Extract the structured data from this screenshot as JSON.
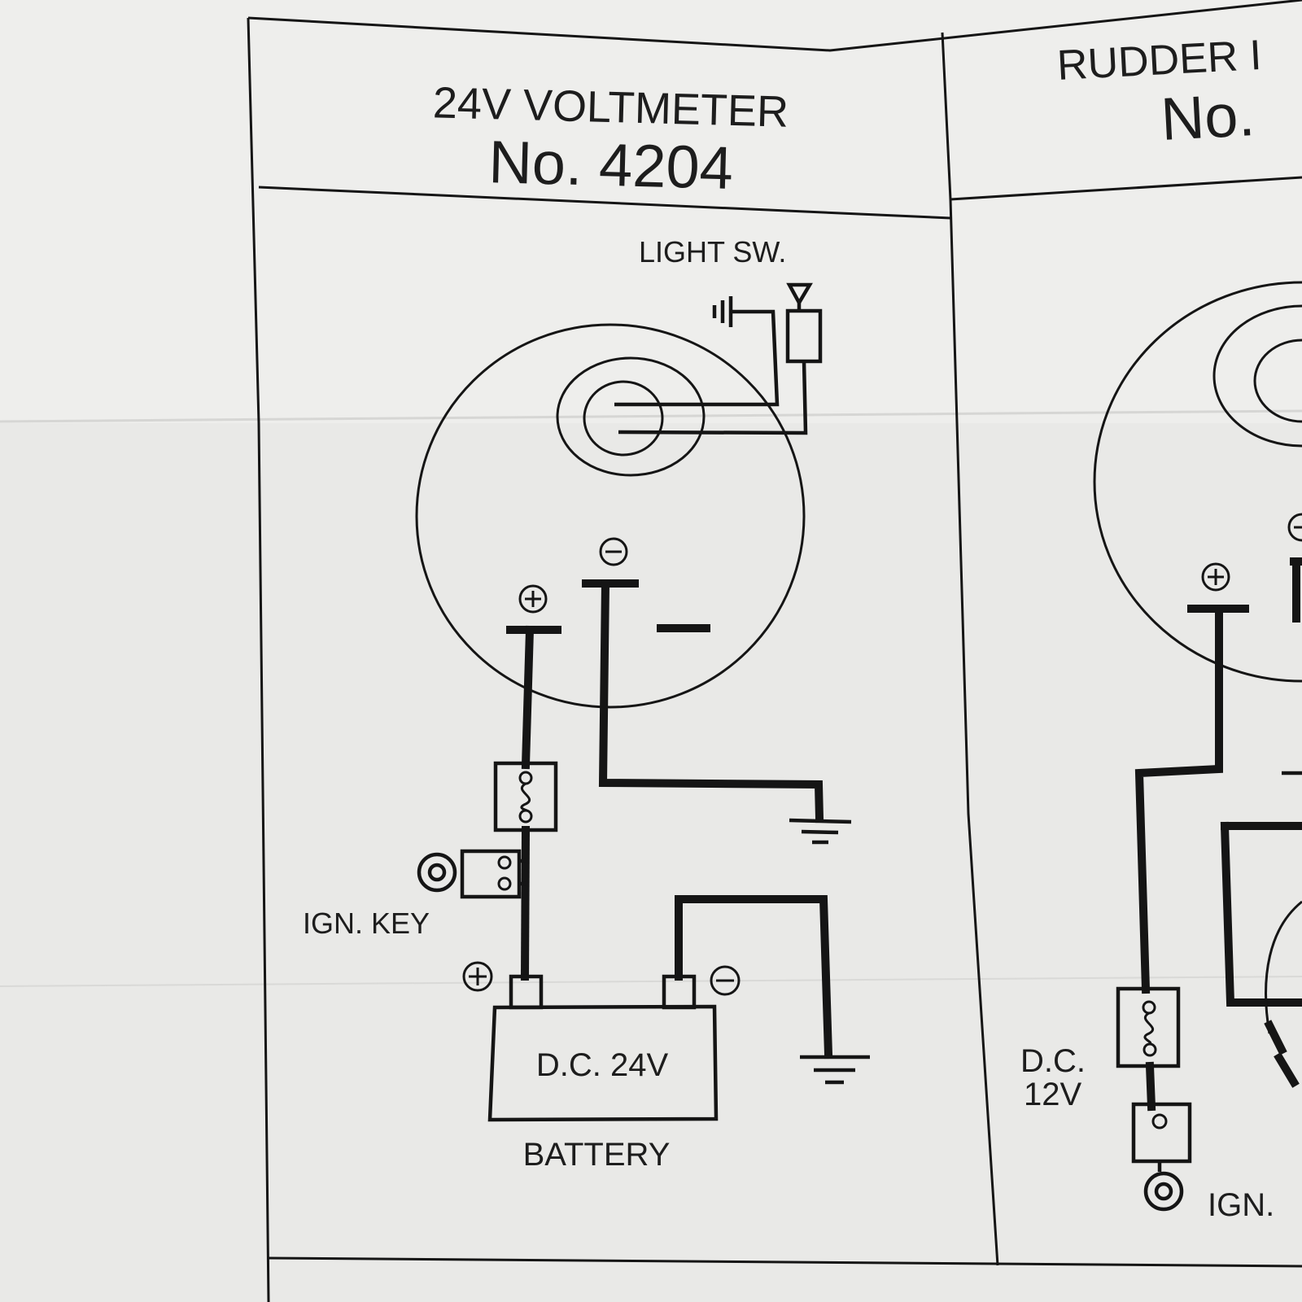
{
  "panel_left": {
    "title_line1": "24V VOLTMETER",
    "title_line2": "No. 4204",
    "labels": {
      "light_switch": "LIGHT SW.",
      "ignition_key": "IGN. KEY",
      "battery_voltage": "D.C. 24V",
      "battery": "BATTERY"
    },
    "symbols": {
      "meter_positive": "+",
      "meter_negative": "−",
      "meter_minus_mark": "−",
      "battery_positive": "+",
      "battery_negative": "−"
    }
  },
  "panel_right": {
    "title_line1": "RUDDER I",
    "title_line2": "No.",
    "labels": {
      "supply_line1": "D.C.",
      "supply_line2": "12V",
      "ignition_partial": "IGN."
    },
    "symbols": {
      "positive": "+",
      "negative": "−"
    }
  },
  "colors": {
    "paper": "#eeeeec",
    "ink": "#151515"
  }
}
